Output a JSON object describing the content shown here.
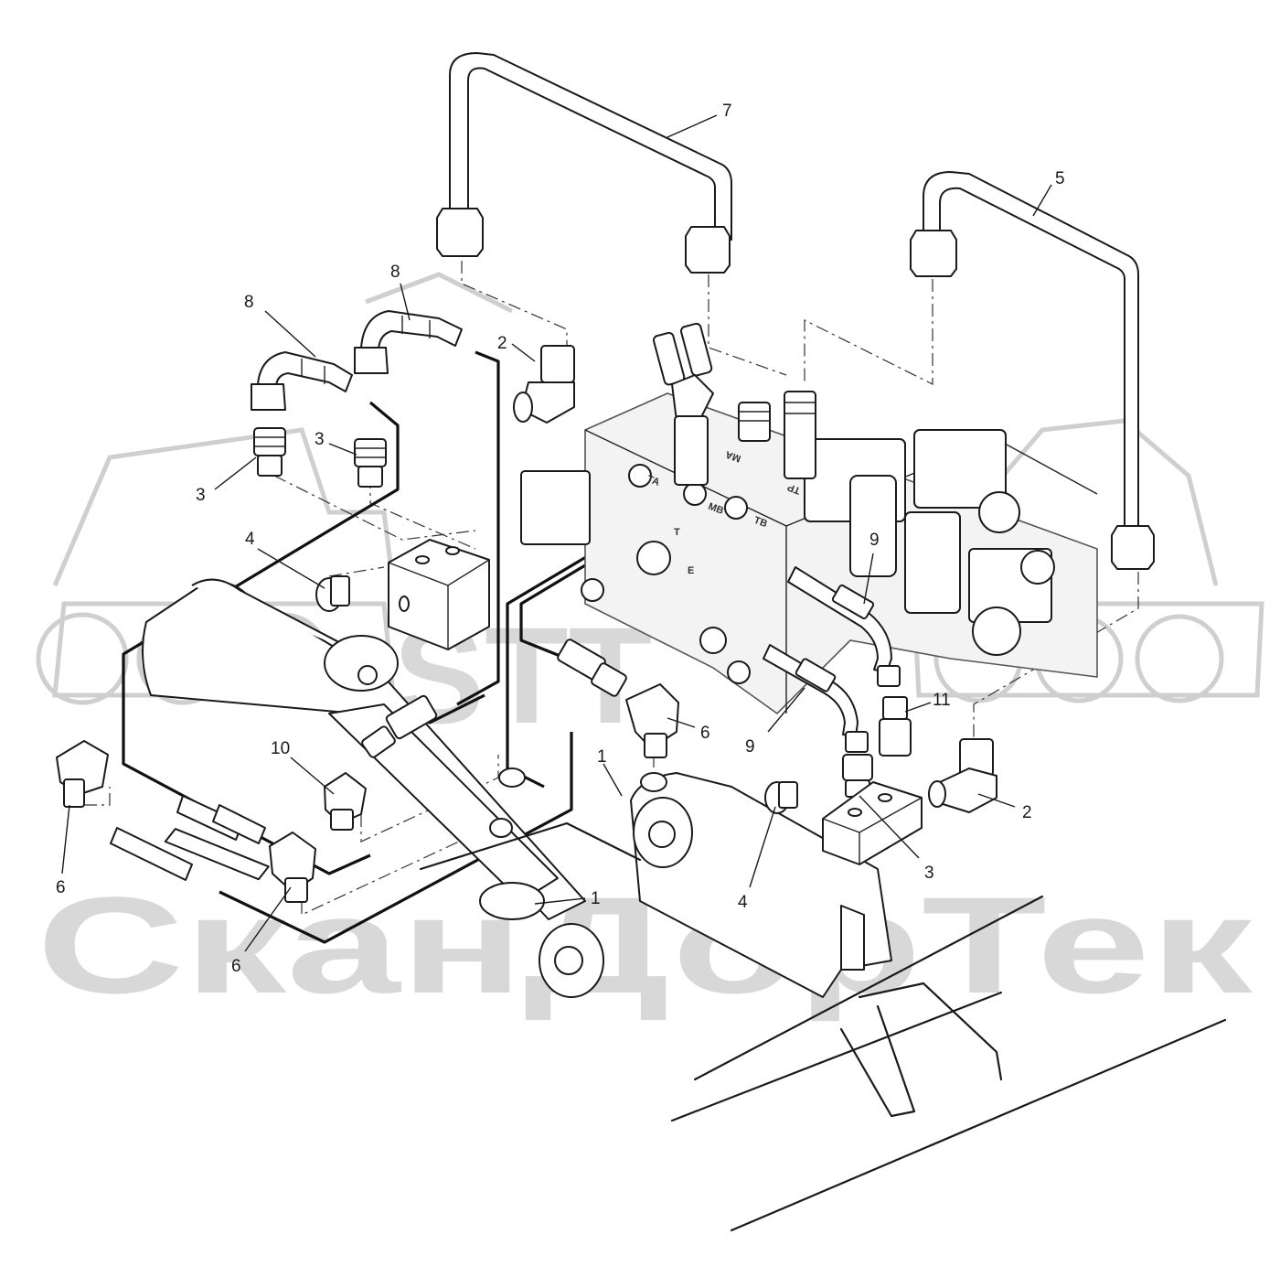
{
  "callouts": [
    {
      "id": "c7",
      "text": "7"
    },
    {
      "id": "c5",
      "text": "5"
    },
    {
      "id": "c8a",
      "text": "8"
    },
    {
      "id": "c8b",
      "text": "8"
    },
    {
      "id": "c2a",
      "text": "2"
    },
    {
      "id": "c3a",
      "text": "3"
    },
    {
      "id": "c3b",
      "text": "3"
    },
    {
      "id": "c4a",
      "text": "4"
    },
    {
      "id": "c9a",
      "text": "9"
    },
    {
      "id": "c11",
      "text": "11"
    },
    {
      "id": "c6a",
      "text": "6"
    },
    {
      "id": "c9b",
      "text": "9"
    },
    {
      "id": "c10",
      "text": "10"
    },
    {
      "id": "c1a",
      "text": "1"
    },
    {
      "id": "c2b",
      "text": "2"
    },
    {
      "id": "c3c",
      "text": "3"
    },
    {
      "id": "c6b",
      "text": "6"
    },
    {
      "id": "c1b",
      "text": "1"
    },
    {
      "id": "c4b",
      "text": "4"
    },
    {
      "id": "c6c",
      "text": "6"
    }
  ],
  "valve_markings": [
    "T",
    "E",
    "TA",
    "TB",
    "MA",
    "MB",
    "TP"
  ],
  "watermark": {
    "logo_text": "STT",
    "brand_text": "СканДорТек"
  }
}
